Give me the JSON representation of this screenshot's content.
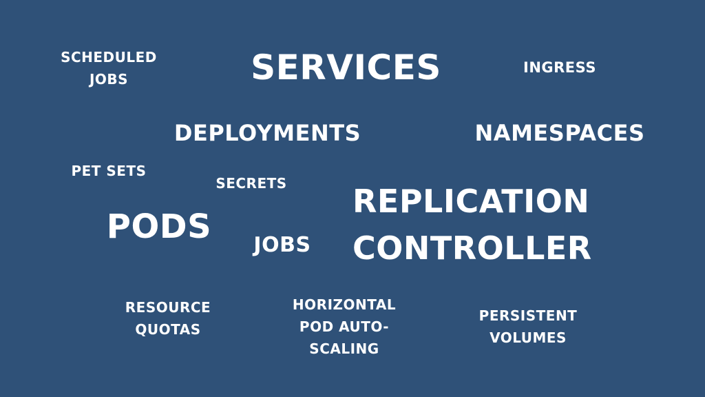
{
  "slide": {
    "background_color": "#2f5178",
    "text_color": "#ffffff",
    "terms": {
      "scheduled_jobs": "SCHEDULED\nJOBS",
      "services": "SERVICES",
      "ingress": "INGRESS",
      "deployments": "DEPLOYMENTS",
      "namespaces": "NAMESPACES",
      "pet_sets": "PET SETS",
      "secrets": "SECRETS",
      "replication_controller": "REPLICATION\nCONTROLLER",
      "pods": "PODS",
      "jobs": "JOBS",
      "resource_quotas": "RESOURCE\nQUOTAS",
      "horizontal_pod_autoscaling": "HORIZONTAL\nPOD AUTO-\nSCALING",
      "persistent_volumes": "PERSISTENT\nVOLUMES"
    }
  }
}
